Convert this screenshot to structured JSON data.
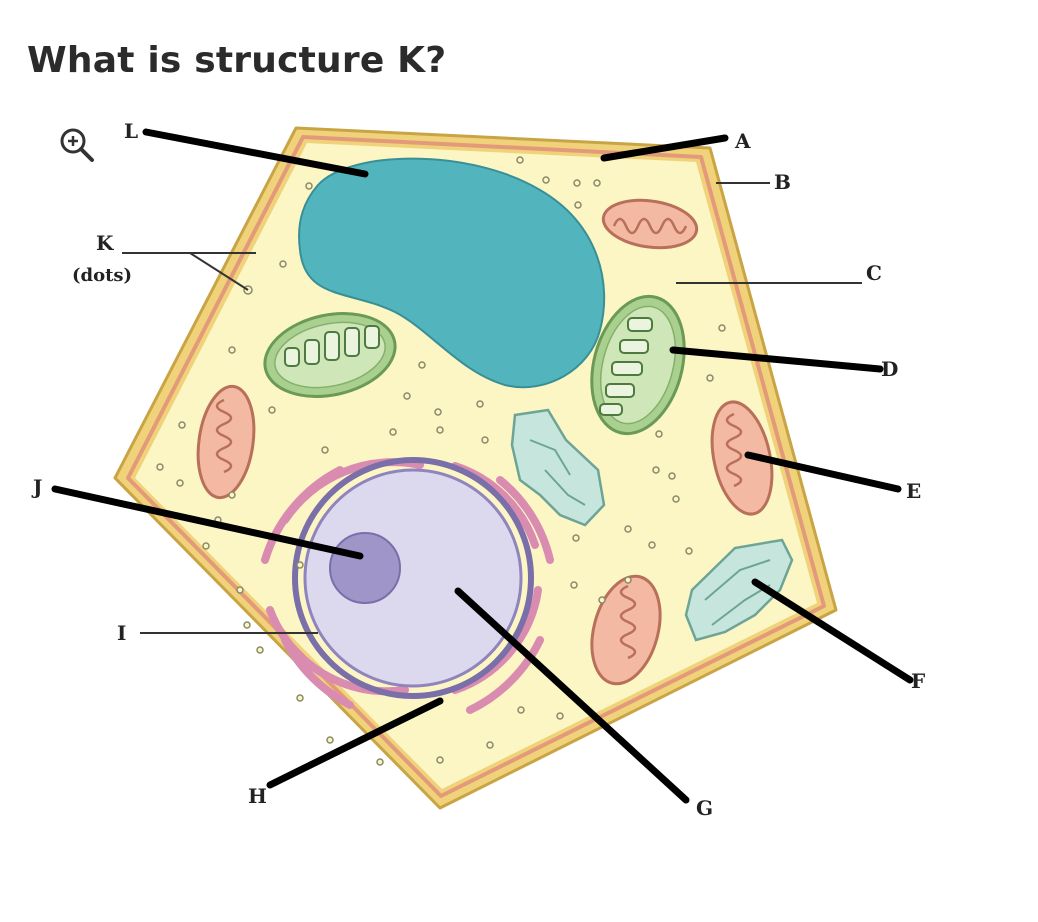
{
  "question": {
    "text": "What is structure K?"
  },
  "diagram": {
    "labels": {
      "A": "A",
      "B": "B",
      "C": "C",
      "D": "D",
      "E": "E",
      "F": "F",
      "G": "G",
      "H": "H",
      "I": "I",
      "J": "J",
      "K": "K",
      "K_note": "(dots)",
      "L": "L"
    },
    "colors": {
      "cell_wall": "#f0d27a",
      "membrane": "#e39a7a",
      "cytoplasm": "#fbf6c4",
      "vacuole": "#52b5bd",
      "chloroplast": "#a9d08e",
      "mitochondrion": "#f4b9a2",
      "nucleus": "#dcd8ee",
      "nucleolus": "#a095c9",
      "er": "#d98cb0",
      "golgi": "#c6e6dd"
    },
    "icons": {
      "zoom": "zoom-in-icon"
    }
  }
}
